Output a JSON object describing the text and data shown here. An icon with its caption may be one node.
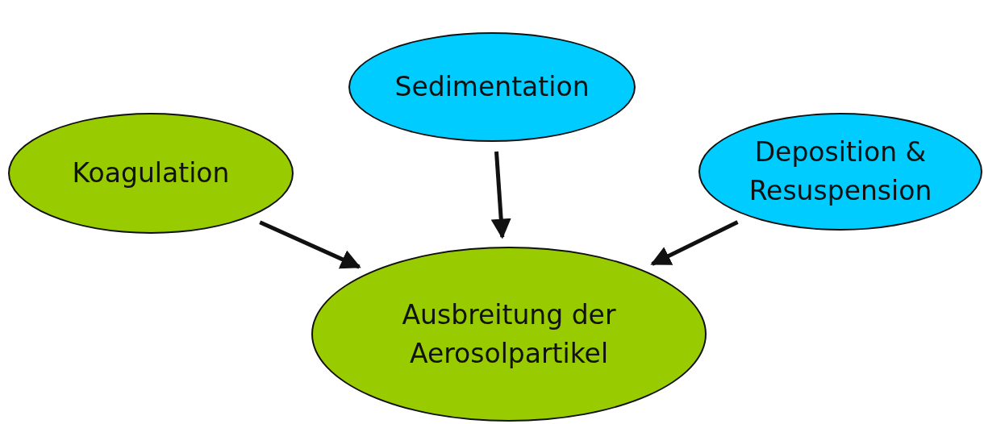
{
  "diagram": {
    "nodes": [
      {
        "text": [
          "Sedimentation"
        ]
      },
      {
        "text": [
          "Koagulation"
        ]
      },
      {
        "text": [
          "Deposition & Resuspension"
        ]
      },
      {
        "text": [
          "Ausbreitung der Aerosolpartikel"
        ]
      }
    ],
    "edges": [
      {
        "from": 0,
        "to": 3,
        "arrow": "to"
      },
      {
        "from": 1,
        "to": 3,
        "arrow": "to"
      },
      {
        "from": 2,
        "to": 3,
        "arrow": "to"
      }
    ]
  }
}
